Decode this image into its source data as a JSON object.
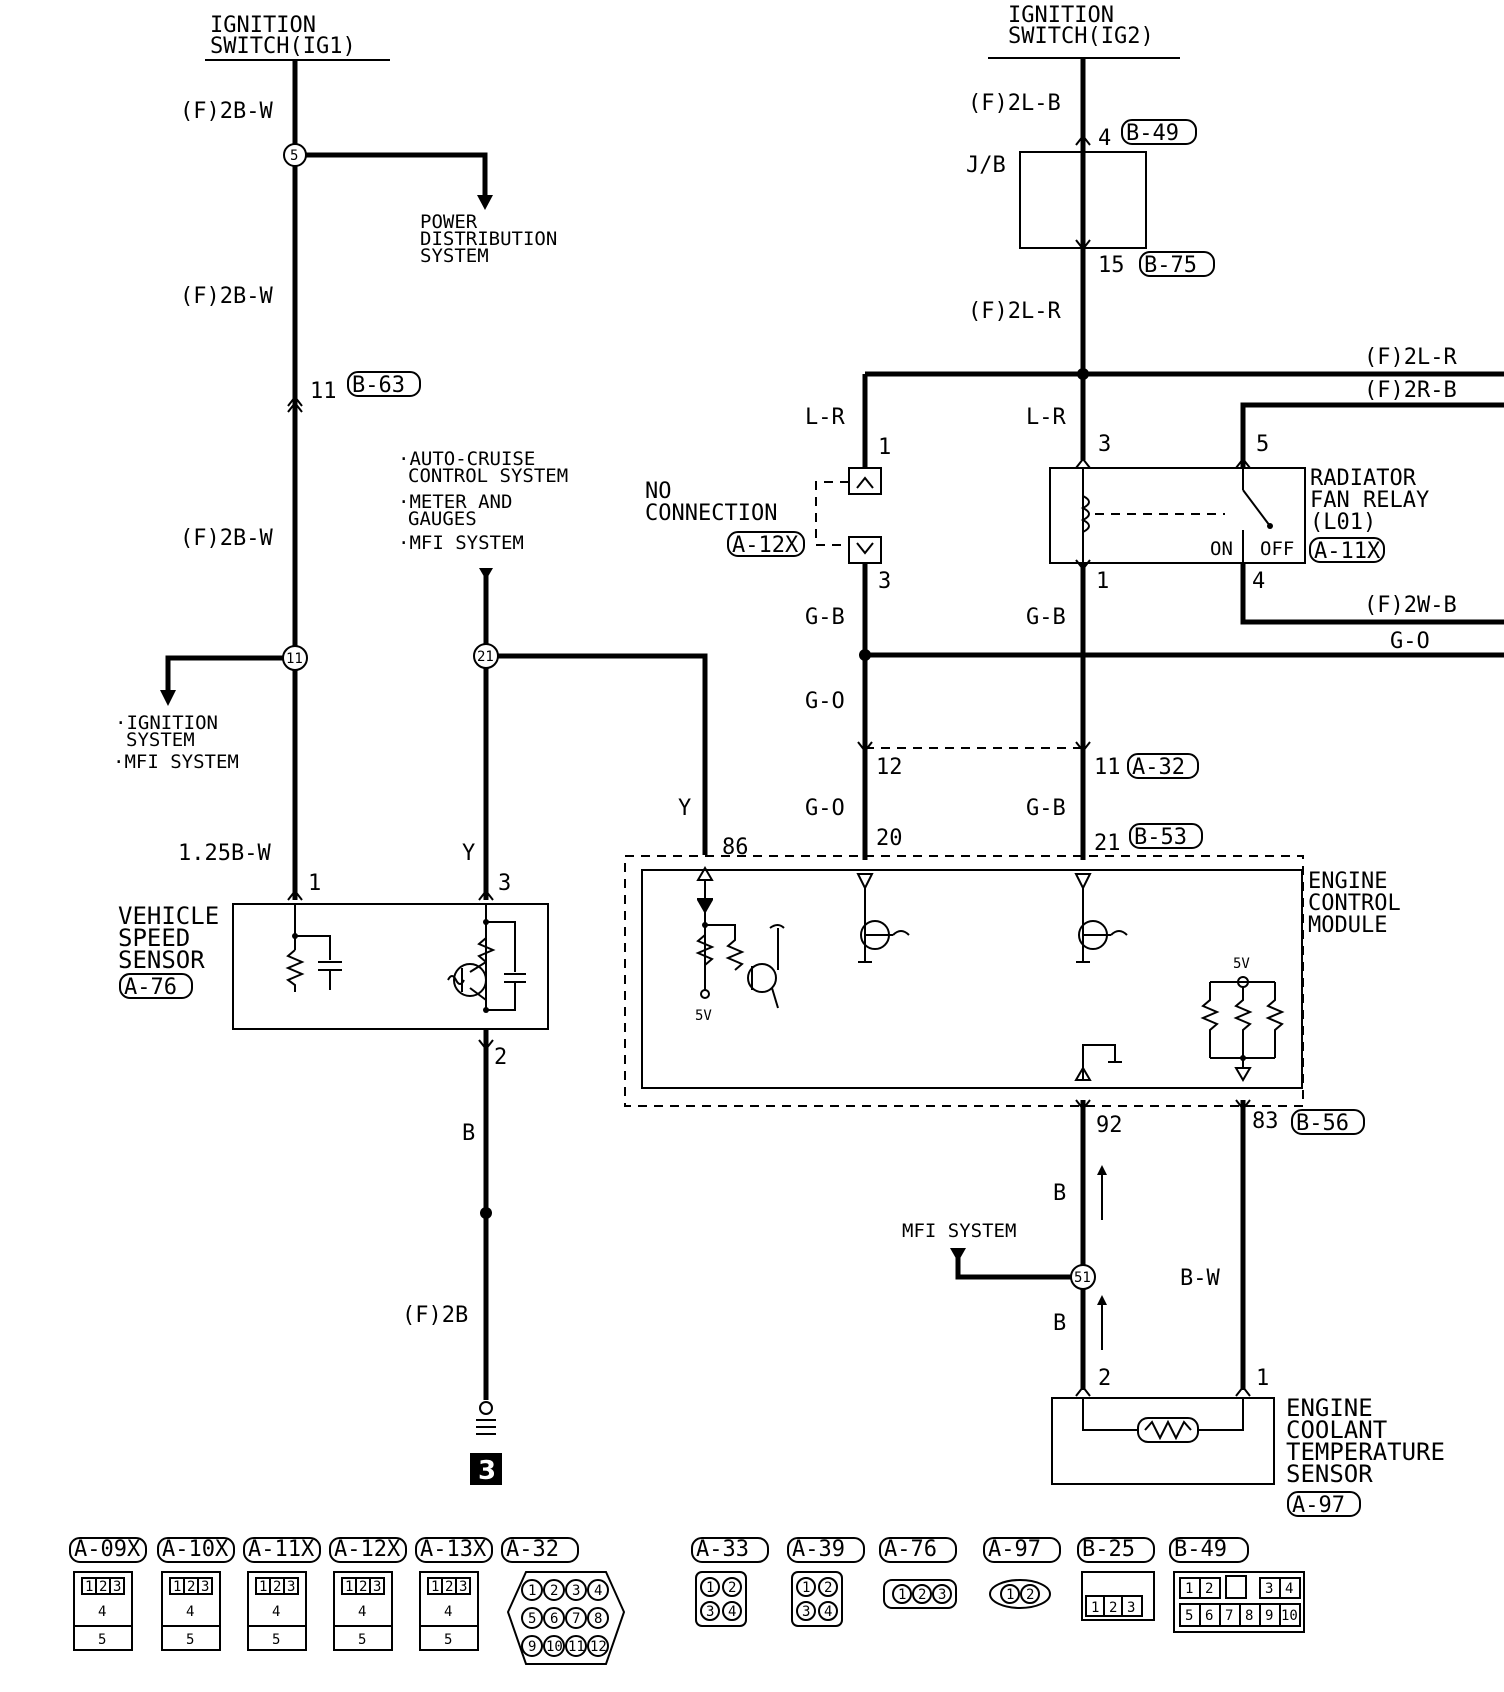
{
  "title": "",
  "power_sources": {
    "ig1_line1": "IGNITION",
    "ig1_line2": "SWITCH(IG1)",
    "ig2_line1": "IGNITION",
    "ig2_line2": "SWITCH(IG2)"
  },
  "wire_labels": {
    "w_2bw_a": "(F)2B-W",
    "w_2bw_b": "(F)2B-W",
    "w_2bw_c": "(F)2B-W",
    "w_125bw": "1.25B-W",
    "w_y_sensor": "Y",
    "w_y_ecm": "Y",
    "w_b_ground": "B",
    "w_2b": "(F)2B",
    "w_2lb": "(F)2L-B",
    "w_2lr": "(F)2L-R",
    "w_lr_left": "L-R",
    "w_lr_right": "L-R",
    "w_gb_left": "G-B",
    "w_gb_right": "G-B",
    "w_go_left": "G-O",
    "w_go_left2": "G-O",
    "w_gb_right2": "G-B",
    "w_right_2lr": "(F)2L-R",
    "w_right_2rb": "(F)2R-B",
    "w_right_2wb": "(F)2W-B",
    "w_right_go": "G-O",
    "w_b_92a": "B",
    "w_b_92b": "B",
    "w_bw_83": "B-W"
  },
  "pin_numbers": {
    "jb_in": "4",
    "jb_out": "15",
    "b63": "11",
    "vss_1": "1",
    "vss_3": "3",
    "vss_2": "2",
    "nc_1": "1",
    "nc_3": "3",
    "relay_3": "3",
    "relay_5": "5",
    "relay_1": "1",
    "relay_4": "4",
    "a32_12": "12",
    "a32_11": "11",
    "ecm_86": "86",
    "ecm_20": "20",
    "ecm_21": "21",
    "ecm_92": "92",
    "ecm_83": "83",
    "ects_2": "2",
    "ects_1": "1"
  },
  "connectors": {
    "b49": "B-49",
    "b75": "B-75",
    "b63": "B-63",
    "a12x": "A-12X",
    "a11x": "A-11X",
    "a32": "A-32",
    "b53": "B-53",
    "a76": "A-76",
    "b56": "B-56",
    "a97": "A-97"
  },
  "splices": {
    "s5": "5",
    "s11": "11",
    "s21": "21",
    "s51": "51"
  },
  "components": {
    "jb": "J/B",
    "power_dist_1": "POWER",
    "power_dist_2": "DISTRIBUTION",
    "power_dist_3": "SYSTEM",
    "ign_1": "·IGNITION",
    "ign_2": "SYSTEM",
    "ign_3": "·MFI SYSTEM",
    "auto_1": "·AUTO-CRUISE",
    "auto_2": "CONTROL SYSTEM",
    "auto_3": "·METER AND",
    "auto_4": "GAUGES",
    "auto_5": "·MFI SYSTEM",
    "nc_1": "NO",
    "nc_2": "CONNECTION",
    "relay_1": "RADIATOR",
    "relay_2": "FAN RELAY",
    "relay_3": "(L01)",
    "relay_on": "ON",
    "relay_off": "OFF",
    "vss_1": "VEHICLE",
    "vss_2": "SPEED",
    "vss_3": "SENSOR",
    "ecm_1": "ENGINE",
    "ecm_2": "CONTROL",
    "ecm_3": "MODULE",
    "ecm_5v_a": "5V",
    "ecm_5v_b": "5V",
    "mfi": "MFI SYSTEM",
    "ects_1": "ENGINE",
    "ects_2": "COOLANT",
    "ects_3": "TEMPERATURE",
    "ects_4": "SENSOR",
    "ground_num": "3"
  },
  "connector_legend": [
    {
      "id": "A-09X",
      "pins": [
        "1",
        "2",
        "3",
        "4",
        "5"
      ]
    },
    {
      "id": "A-10X",
      "pins": [
        "1",
        "2",
        "3",
        "4",
        "5"
      ]
    },
    {
      "id": "A-11X",
      "pins": [
        "1",
        "2",
        "3",
        "4",
        "5"
      ]
    },
    {
      "id": "A-12X",
      "pins": [
        "1",
        "2",
        "3",
        "4",
        "5"
      ]
    },
    {
      "id": "A-13X",
      "pins": [
        "1",
        "2",
        "3",
        "4",
        "5"
      ]
    },
    {
      "id": "A-32",
      "pins": [
        "1",
        "2",
        "3",
        "4",
        "5",
        "6",
        "7",
        "8",
        "9",
        "10",
        "11",
        "12"
      ]
    },
    {
      "id": "A-33",
      "pins": [
        "1",
        "2",
        "3",
        "4"
      ]
    },
    {
      "id": "A-39",
      "pins": [
        "1",
        "2",
        "3",
        "4"
      ]
    },
    {
      "id": "A-76",
      "pins": [
        "1",
        "2",
        "3"
      ]
    },
    {
      "id": "A-97",
      "pins": [
        "1",
        "2"
      ]
    },
    {
      "id": "B-25",
      "pins": [
        "1",
        "2",
        "3"
      ]
    },
    {
      "id": "B-49",
      "pins": [
        "1",
        "2",
        "3",
        "4",
        "5",
        "6",
        "7",
        "8",
        "9",
        "10"
      ]
    }
  ]
}
